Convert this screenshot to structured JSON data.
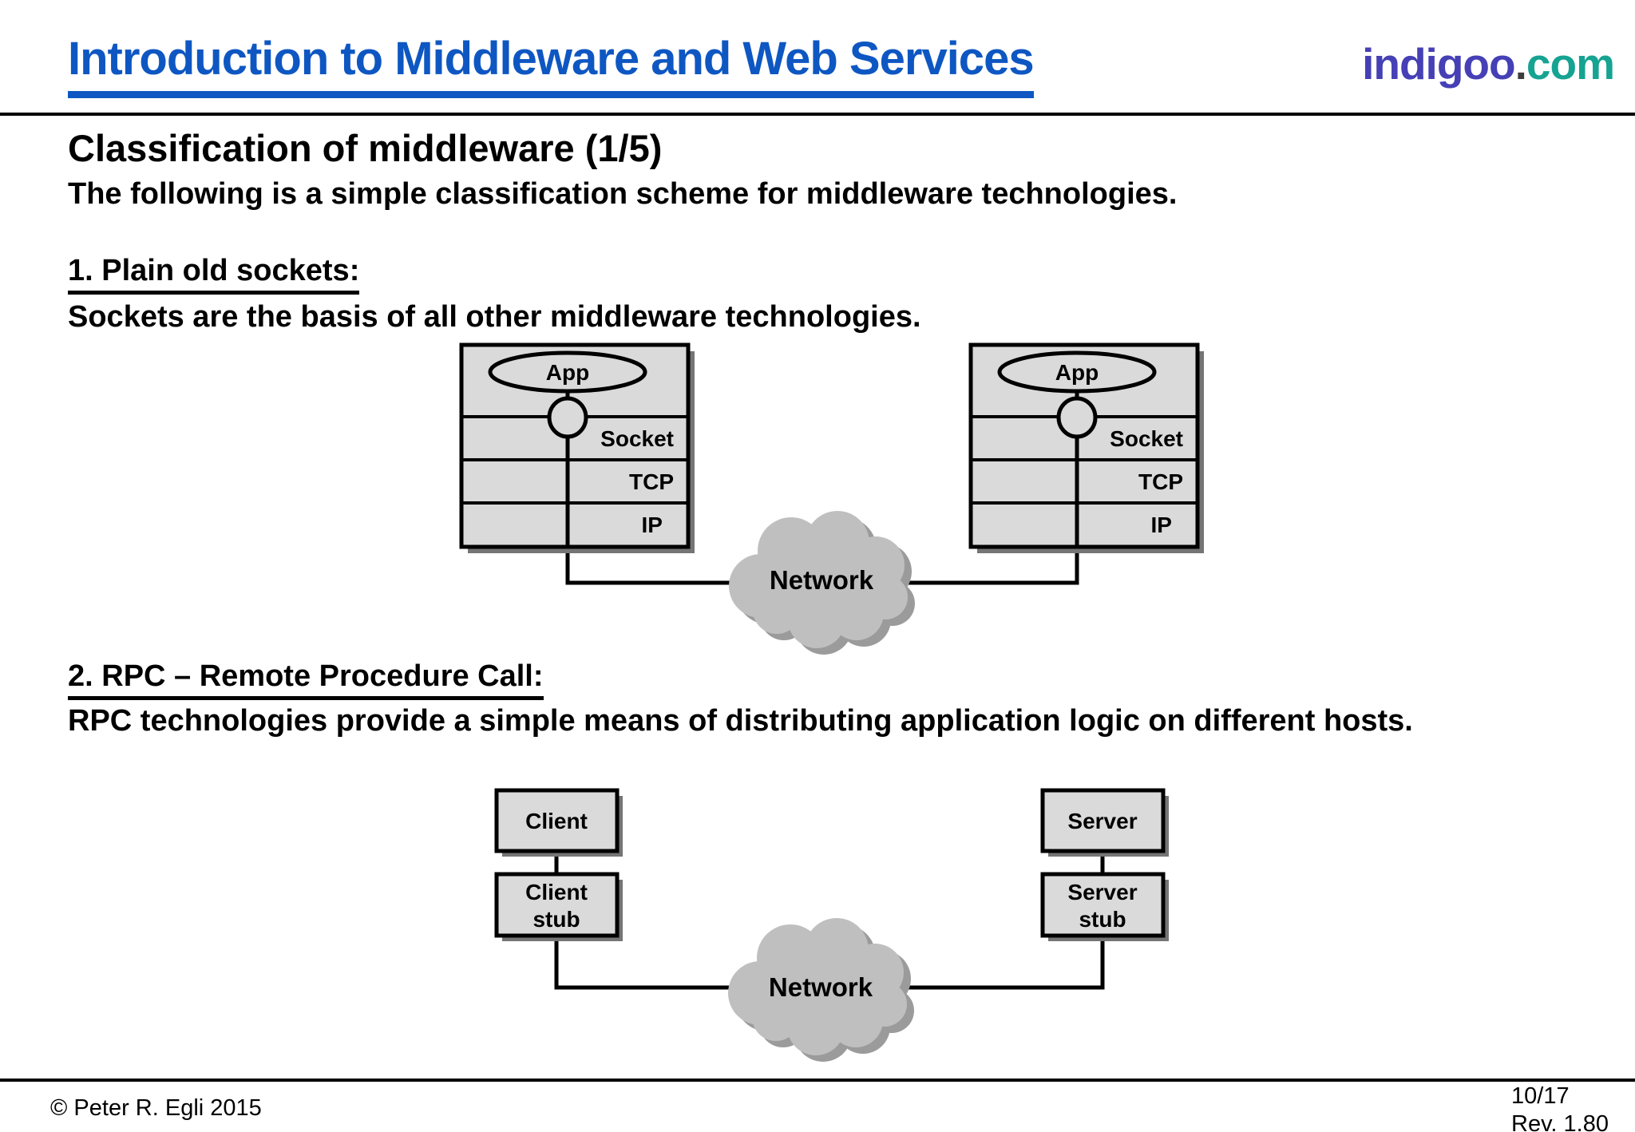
{
  "header": {
    "title": "Introduction to Middleware and Web Services",
    "logo": {
      "part1": "indigoo",
      "dot": ".",
      "part2": "com"
    }
  },
  "slide": {
    "title": "Classification of middleware (1/5)",
    "subtitle": "The following is a simple classification scheme for middleware technologies."
  },
  "sections": [
    {
      "heading": "1. Plain old sockets:",
      "body": "Sockets are the basis of all other middleware technologies."
    },
    {
      "heading": "2. RPC – Remote Procedure Call:",
      "body": "RPC technologies provide a simple means of distributing application logic on different hosts."
    }
  ],
  "diagram1": {
    "stacks": [
      {
        "app": "App",
        "layers": [
          "Socket",
          "TCP",
          "IP"
        ]
      },
      {
        "app": "App",
        "layers": [
          "Socket",
          "TCP",
          "IP"
        ]
      }
    ],
    "network_label": "Network"
  },
  "diagram2": {
    "boxes": [
      {
        "label": "Client"
      },
      {
        "label_lines": [
          "Client",
          "stub"
        ]
      },
      {
        "label": "Server"
      },
      {
        "label_lines": [
          "Server",
          "stub"
        ]
      }
    ],
    "network_label": "Network"
  },
  "footer": {
    "copyright": "© Peter R. Egli 2015",
    "page": "10/17",
    "revision": "Rev. 1.80"
  },
  "colors": {
    "title_blue": "#0e57c2",
    "logo_indigo": "#4540b5",
    "logo_dot_gray": "#3d3d3d",
    "logo_teal": "#16a392",
    "box_fill": "#dadada",
    "box_shadow": "#757575",
    "cloud_fill": "#bfbfbf",
    "cloud_shadow": "#9b9b9b",
    "text_black": "#000000"
  }
}
